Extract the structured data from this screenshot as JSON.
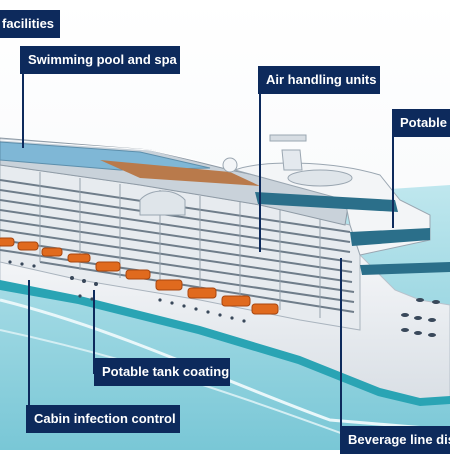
{
  "labels": {
    "facilities": "facilities",
    "pool": "Swimming pool and spa",
    "air": "Air handling units",
    "potable_water": "Potable w",
    "tank": "Potable tank coating",
    "cabin": "Cabin infection  control",
    "beverage": "Beverage line disi"
  },
  "colors": {
    "label_bg": "#0d2a5c",
    "sea": "#8fd3df",
    "hull": "#eef1f4",
    "hull_band": "#2aa4b4",
    "lifeboat": "#e06a1e"
  }
}
